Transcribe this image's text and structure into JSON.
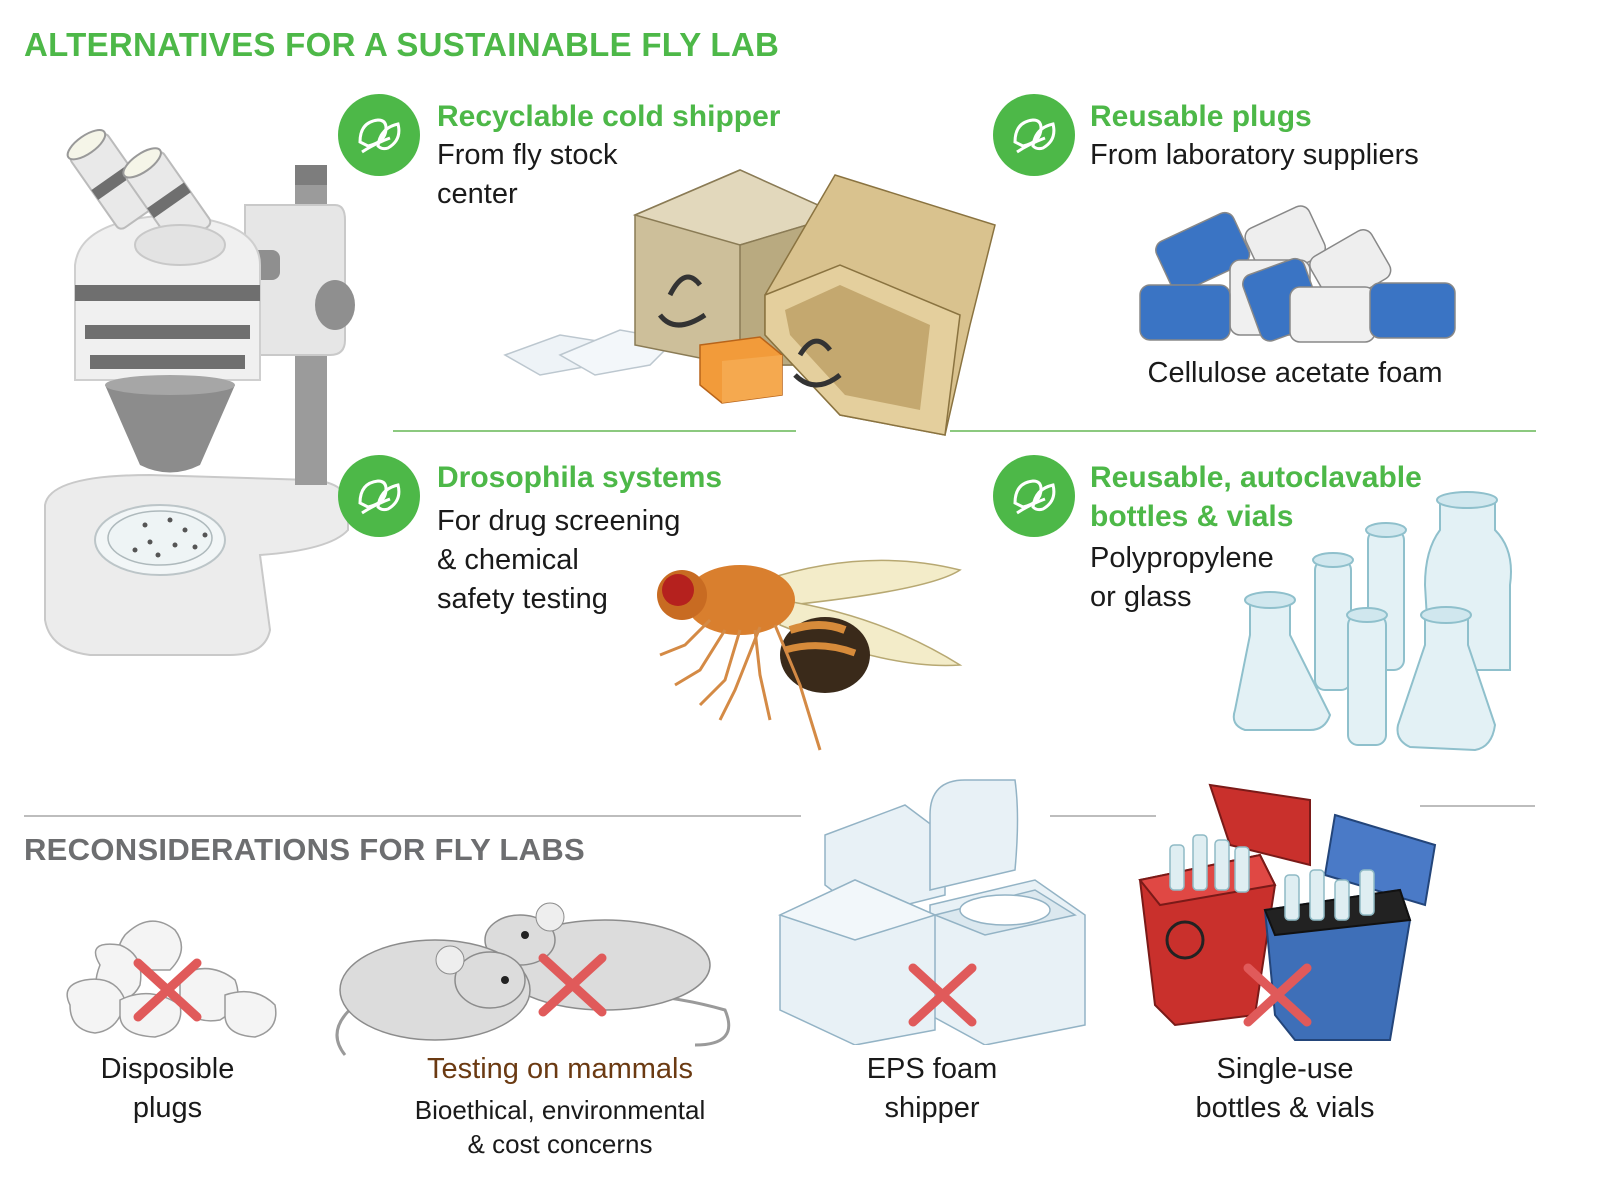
{
  "main_title": "ALTERNATIVES FOR A SUSTAINABLE FLY LAB",
  "colors": {
    "accent_green": "#4db848",
    "heading_gray": "#6d6e70",
    "cross_red": "#e05a5a"
  },
  "alternatives": [
    {
      "icon": "leaf-icon",
      "title": "Recyclable cold shipper",
      "text": "From fly stock\ncenter"
    },
    {
      "icon": "leaf-icon",
      "title": "Reusable plugs",
      "text": "From laboratory suppliers",
      "caption": "Cellulose acetate foam"
    },
    {
      "icon": "leaf-icon",
      "title": "Drosophila systems",
      "text": "For drug screening\n& chemical\nsafety testing"
    },
    {
      "icon": "leaf-icon",
      "title": "Reusable, autoclavable\nbottles & vials",
      "text": "Polypropylene\nor glass"
    }
  ],
  "reconsiderations_title": "RECONSIDERATIONS FOR FLY LABS",
  "reconsiderations": [
    {
      "icon": "cross-icon",
      "label": "Disposible\nplugs"
    },
    {
      "icon": "cross-icon",
      "label": "Testing on mammals",
      "subtext": "Bioethical, environmental\n& cost concerns"
    },
    {
      "icon": "cross-icon",
      "label": "EPS foam\nshipper"
    },
    {
      "icon": "cross-icon",
      "label": "Single-use\nbottles & vials"
    }
  ]
}
